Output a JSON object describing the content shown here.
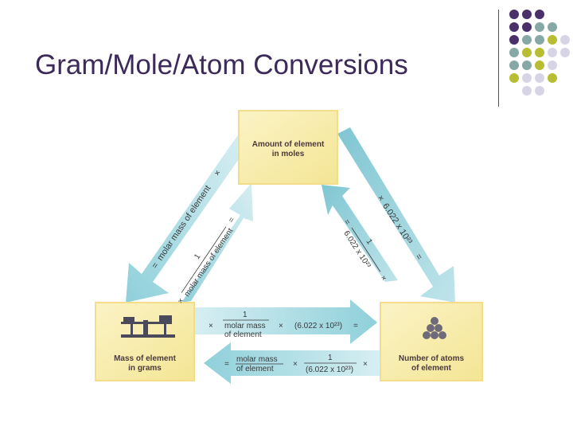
{
  "title": "Gram/Mole/Atom Conversions",
  "colors": {
    "title": "#3c2a5a",
    "box_fill": "#f8eeb0",
    "box_border": "#f3dd8a",
    "arrow": "#8fd0da",
    "arrow_dark": "#6bbccb",
    "dot_purple": "#4a2f6b",
    "dot_teal": "#86a9a6",
    "dot_olive": "#b9bd34",
    "dot_lilac": "#d7d4e6"
  },
  "diagram": {
    "moles_box": {
      "line1": "Amount of element",
      "line2": "in moles"
    },
    "grams_box": {
      "line1": "Mass of element",
      "line2": "in grams"
    },
    "atoms_box": {
      "line1": "Number of atoms",
      "line2": "of element"
    },
    "left_arrow": {
      "times": "×",
      "molar_mass": "molar mass of element",
      "equals": "=",
      "numerator": "1",
      "denominator": "molar mass of element"
    },
    "right_arrow": {
      "times": "×",
      "avogadro": "6.022 x 10²³",
      "equals": "=",
      "numerator": "1",
      "denominator": "6.022 x 10²³"
    },
    "bottom_top": {
      "times": "×",
      "numerator": "1",
      "denominator_l1": "molar mass",
      "denominator_l2": "of element",
      "times2": "×",
      "avogadro": "(6.022 x 10²³)",
      "equals": "="
    },
    "bottom_bottom": {
      "equals": "=",
      "molar_mass_l1": "molar mass",
      "molar_mass_l2": "of element",
      "times": "×",
      "numerator": "1",
      "denominator": "(6.022 x 10²³)",
      "times2": "×"
    }
  }
}
